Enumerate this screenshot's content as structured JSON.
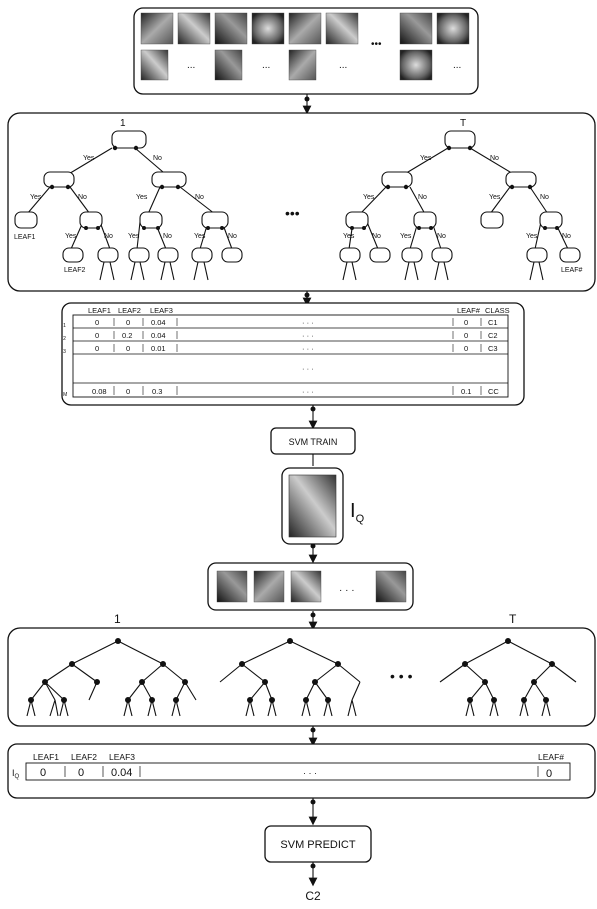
{
  "training_images": {
    "ellipsis": "•••",
    "dots": "..."
  },
  "forest": {
    "first_label": "1",
    "last_label": "T",
    "yes": "Yes",
    "no": "No",
    "ellipsis": "•••",
    "leaf1": "LEAF1",
    "leaf2": "LEAF2",
    "leaf_last": "LEAF#"
  },
  "train_table": {
    "headers": [
      "LEAF1",
      "LEAF2",
      "LEAF3",
      "LEAF#",
      "CLASS"
    ],
    "rows": [
      {
        "label": "I",
        "sub": "1",
        "c1": "0",
        "c2": "0",
        "c3": "0.04",
        "mid": "· · ·",
        "last": "0",
        "cls": "C1"
      },
      {
        "label": "I",
        "sub": "2",
        "c1": "0",
        "c2": "0.2",
        "c3": "0.04",
        "mid": "· · ·",
        "last": "0",
        "cls": "C2"
      },
      {
        "label": "I",
        "sub": "3",
        "c1": "0",
        "c2": "0",
        "c3": "0.01",
        "mid": "· · ·",
        "last": "0",
        "cls": "C3"
      },
      {
        "label": "I",
        "sub": "M",
        "c1": "0.08",
        "c2": "0",
        "c3": "0.3",
        "mid": "· · ·",
        "last": "0.1",
        "cls": "CC"
      }
    ],
    "gap_dots": "· · ·"
  },
  "svm_train": "SVM  TRAIN",
  "query": {
    "label": "I",
    "sub": "Q"
  },
  "patches": {
    "ellipsis": "· · ·"
  },
  "forest2": {
    "first_label": "1",
    "last_label": "T",
    "ellipsis": "• • •"
  },
  "query_table": {
    "headers": [
      "LEAF1",
      "LEAF2",
      "LEAF3",
      "LEAF#"
    ],
    "row": {
      "label": "I",
      "sub": "Q",
      "c1": "0",
      "c2": "0",
      "c3": "0.04",
      "mid": "· · ·",
      "last": "0"
    }
  },
  "svm_predict": "SVM PREDICT",
  "result": "C2"
}
